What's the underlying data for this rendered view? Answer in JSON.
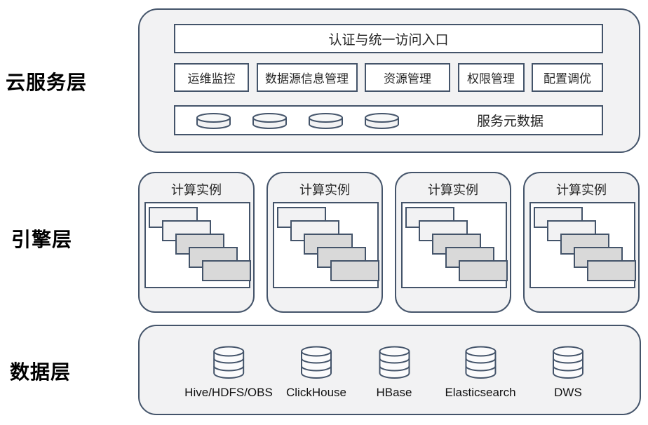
{
  "colors": {
    "border": "#44546A",
    "panel_fill": "#F2F2F3",
    "white_box": "#FFFFFF",
    "card_gray": "#D9D9D9",
    "card_light": "#F2F2F3",
    "text_dark": "#262626",
    "label_black": "#000000"
  },
  "cloud_layer": {
    "label": "云服务层",
    "auth_entry": "认证与统一访问入口",
    "modules": [
      "运维监控",
      "数据源信息管理",
      "资源管理",
      "权限管理",
      "配置调优"
    ],
    "service_metadata": "服务元数据"
  },
  "engine_layer": {
    "label": "引擎层",
    "instances": [
      "计算实例",
      "计算实例",
      "计算实例",
      "计算实例"
    ]
  },
  "data_layer": {
    "label": "数据层",
    "stores": [
      "Hive/HDFS/OBS",
      "ClickHouse",
      "HBase",
      "Elasticsearch",
      "DWS"
    ]
  }
}
